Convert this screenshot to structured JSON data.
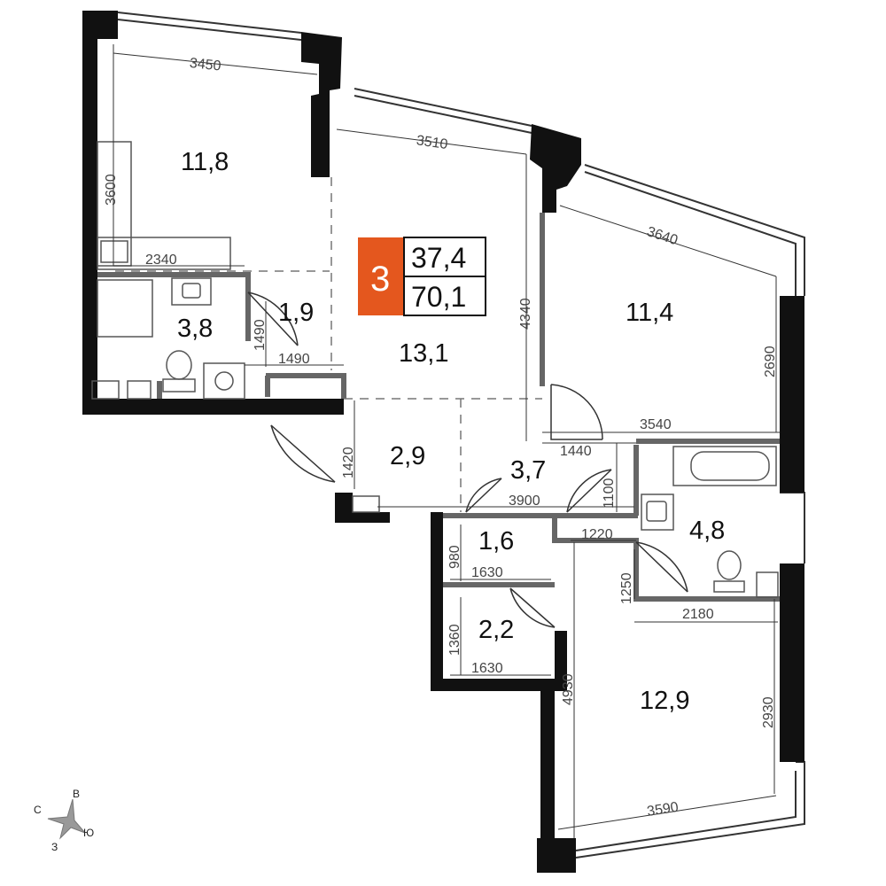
{
  "badge": {
    "rooms": "3",
    "living_area": "37,4",
    "total_area": "70,1",
    "accent_color": "#E4571E"
  },
  "rooms": [
    {
      "id": "bedroom-top-left",
      "area": "11,8"
    },
    {
      "id": "bathroom-left",
      "area": "3,8"
    },
    {
      "id": "storage-left",
      "area": "1,9"
    },
    {
      "id": "living-room",
      "area": "13,1"
    },
    {
      "id": "bedroom-right",
      "area": "11,4"
    },
    {
      "id": "hall-entrance",
      "area": "2,9"
    },
    {
      "id": "corridor",
      "area": "3,7"
    },
    {
      "id": "storage-middle",
      "area": "1,6"
    },
    {
      "id": "storage-lower",
      "area": "2,2"
    },
    {
      "id": "bathroom-right",
      "area": "4,8"
    },
    {
      "id": "bedroom-bottom-right",
      "area": "12,9"
    }
  ],
  "dimensions": {
    "d3450": "3450",
    "d3600": "3600",
    "d3510": "3510",
    "d3640": "3640",
    "d2340": "2340",
    "d4340": "4340",
    "d1490v": "1490",
    "d1490h": "1490",
    "d2690": "2690",
    "d3540": "3540",
    "d1440": "1440",
    "d1420": "1420",
    "d1100": "1100",
    "d3900": "3900",
    "d980": "980",
    "d1220": "1220",
    "d1630a": "1630",
    "d1250": "1250",
    "d2180": "2180",
    "d1360": "1360",
    "d1630b": "1630",
    "d4930": "4930",
    "d2930": "2930",
    "d3590": "3590"
  },
  "compass": {
    "north": "В",
    "west": "С",
    "east": "Ю",
    "south": "З"
  }
}
